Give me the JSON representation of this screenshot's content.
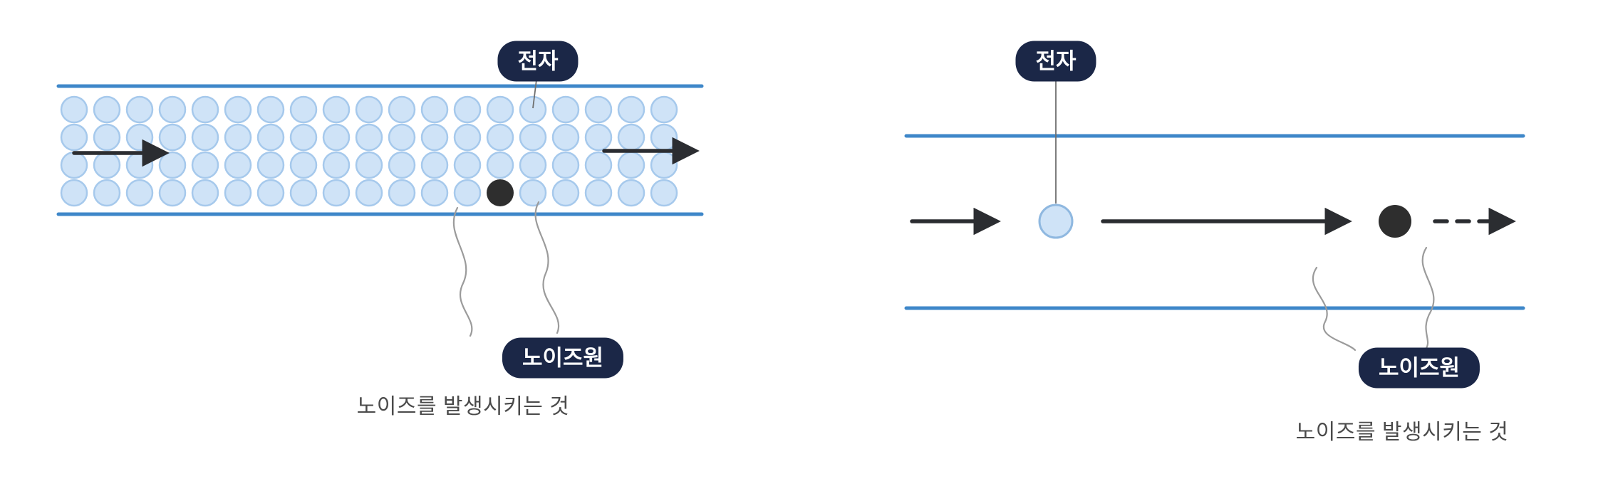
{
  "panels": {
    "left": {
      "electron_badge": "전자",
      "noise_badge": "노이즈원",
      "caption": "노이즈를 발생시키는 것"
    },
    "right": {
      "electron_badge": "전자",
      "noise_badge": "노이즈원",
      "caption": "노이즈를 발생시키는 것"
    }
  },
  "colors": {
    "channel_line": "#3e87c9",
    "electron_fill": "#cfe3f7",
    "electron_stroke": "#a6c9ec",
    "noise_dot": "#2e2e2e",
    "arrow": "#2b2d31",
    "badge_bg": "#1b2747",
    "badge_text": "#ffffff",
    "caption_text": "#4a4a4a"
  }
}
